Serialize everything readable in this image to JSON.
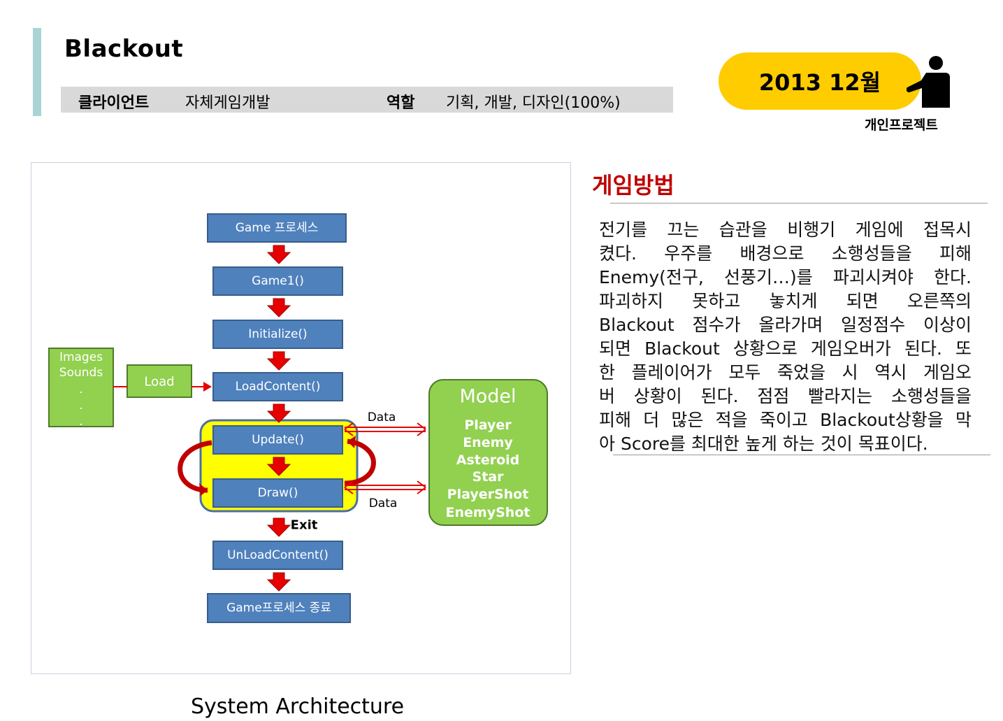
{
  "header": {
    "title": "Blackout",
    "client_key": "클라이언트",
    "client_value": "자체게임개발",
    "role_key": "역할",
    "role_value": "기획, 개발, 디자인(100%)",
    "date": "2013 12월",
    "project_type": "개인프로젝트"
  },
  "colors": {
    "accent_bar": "#a9d3d4",
    "date_pill": "#ffcc00",
    "section_title": "#c00000",
    "box_blue": "#4f81bd",
    "box_green": "#92d050",
    "loop_yellow": "#ffff00",
    "arrow_red": "#e60000"
  },
  "diagram": {
    "flow": [
      "Game 프로세스",
      "Game1()",
      "Initialize()",
      "LoadContent()",
      "Update()",
      "Draw()",
      "UnLoadContent()",
      "Game프로세스 종료"
    ],
    "resources": {
      "lines": [
        "Images",
        "Sounds",
        ".",
        ".",
        "."
      ]
    },
    "load_label": "Load",
    "exit_label": "Exit",
    "data_labels": [
      "Data",
      "Data"
    ],
    "model": {
      "title": "Model",
      "items": [
        "Player",
        "Enemy",
        "Asteroid",
        "Star",
        "PlayerShot",
        "EnemyShot"
      ]
    },
    "caption": "System Architecture"
  },
  "howto": {
    "title": "게임방법",
    "lines": [
      "전기를 끄는 습관을 비행기 게임에 접목시",
      "켰다. 우주를 배경으로 소행성들을 피해",
      "Enemy(전구, 선풍기…)를 파괴시켜야 한다.",
      "파괴하지 못하고 놓치게 되면 오른쪽의",
      "Blackout 점수가 올라가며 일정점수 이상이",
      "되면 Blackout 상황으로 게임오버가 된다. 또",
      "한 플레이어가 모두 죽었을 시 역시 게임오",
      "버 상황이 된다. 점점 빨라지는 소행성들을",
      "피해 더 많은 적을 죽이고 Blackout상황을 막",
      "아 Score를 최대한 높게 하는 것이 목표이다."
    ]
  }
}
